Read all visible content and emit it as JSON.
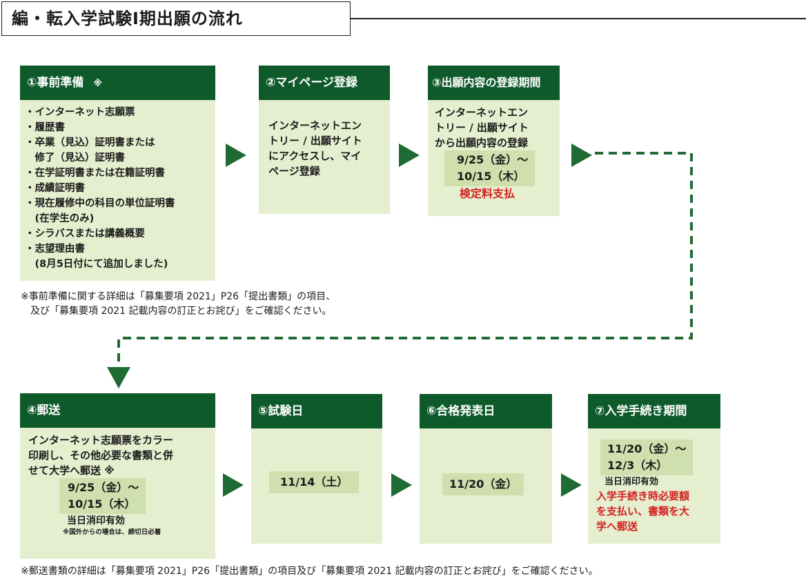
{
  "title": "編・転入学試験Ⅰ期出願の流れ",
  "steps": {
    "s1": {
      "heading": "①事前準備",
      "heading_mark": "※",
      "items": [
        "・インターネット志願票",
        "・履歴書",
        "・卒業（見込）証明書または",
        "　修了（見込）証明書",
        "・在学証明書または在籍証明書",
        "・成績証明書",
        "・現在履修中の科目の単位証明書",
        "　(在学生のみ)",
        "・シラバスまたは講義概要",
        "・志望理由書",
        "　(8月5日付にて追加しました)"
      ]
    },
    "s2": {
      "heading": "②マイページ登録",
      "lines": [
        "インターネットエン",
        "トリー / 出願サイト",
        "にアクセスし、マイ",
        "ページ登録"
      ]
    },
    "s3": {
      "heading": "③出願内容の登録期間",
      "lines": [
        "インターネットエン",
        "トリー / 出願サイト",
        "から出願内容の登録"
      ],
      "date1": "9/25（金）～",
      "date2": "10/15（木）",
      "fee": "検定料支払"
    },
    "s4": {
      "heading": "④郵送",
      "lines": [
        "インターネット志願票をカラー",
        "印刷し、その他必要な書類と併",
        "せて大学へ郵送 ※"
      ],
      "date1": "9/25（金）～",
      "date2": "10/15（木）",
      "postmark": "当日消印有効",
      "overseas": "※国外からの場合は、締切日必着"
    },
    "s5": {
      "heading": "⑤試験日",
      "date": "11/14（土）"
    },
    "s6": {
      "heading": "⑥合格発表日",
      "date": "11/20（金）"
    },
    "s7": {
      "heading": "⑦入学手続き期間",
      "date1": "11/20（金）～",
      "date2": "12/3（木）",
      "postmark": "当日消印有効",
      "lines_red": [
        "入学手続き時必要額",
        "を支払い、書類を大",
        "学へ郵送"
      ]
    }
  },
  "notes": {
    "prep1": "※事前準備に関する詳細は「募集要項 2021」P26「提出書類」の項目、",
    "prep2": "　及び「募集要項 2021 記載内容の訂正とお詫び」をご確認ください。",
    "mail": "※郵送書類の詳細は「募集要項 2021」P26「提出書類」の項目及び「募集要項 2021 記載内容の訂正とお詫び」をご確認ください。"
  },
  "colors": {
    "header": "#0e5a2a",
    "body": "#e5efcf",
    "highlight": "#cfdfae",
    "arrow": "#1f6b34",
    "accent_red": "#d42020"
  }
}
